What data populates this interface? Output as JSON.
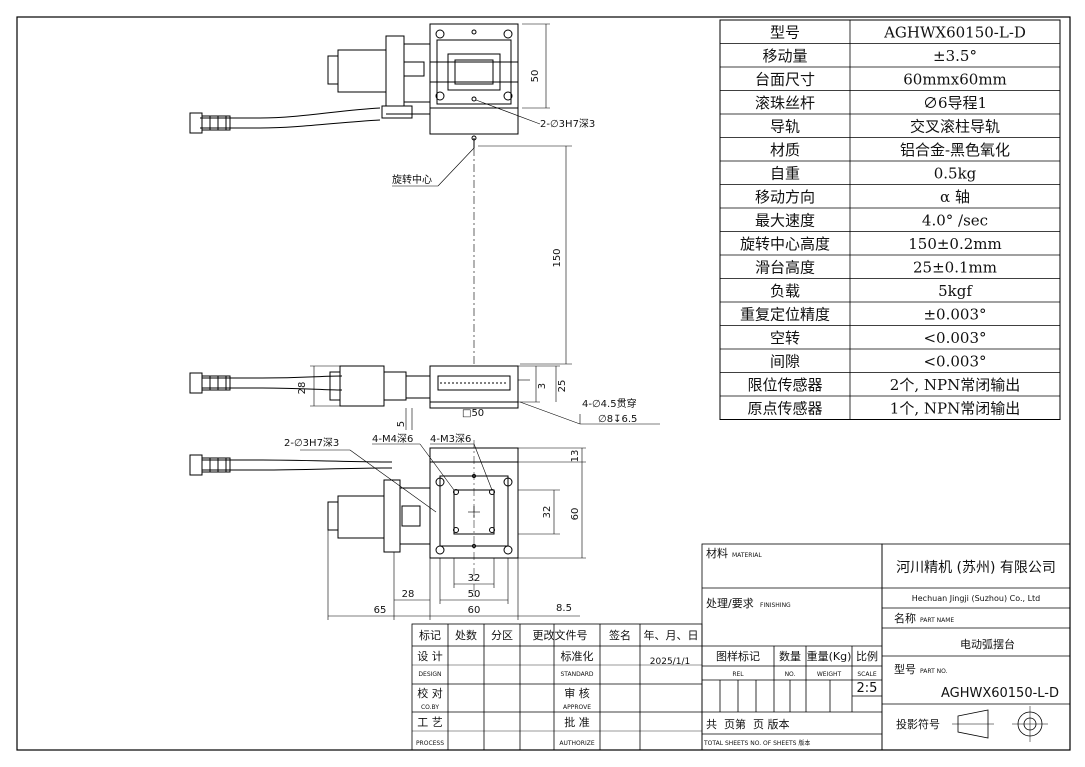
{
  "spec_table": [
    {
      "label": "型号",
      "value": "AGHWX60150-L-D"
    },
    {
      "label": "移动量",
      "value": "±3.5°"
    },
    {
      "label": "台面尺寸",
      "value": "60mmx60mm"
    },
    {
      "label": "滚珠丝杆",
      "value": "∅6导程1"
    },
    {
      "label": "导轨",
      "value": "交叉滚柱导轨"
    },
    {
      "label": "材质",
      "value": "铝合金-黑色氧化"
    },
    {
      "label": "自重",
      "value": "0.5kg"
    },
    {
      "label": "移动方向",
      "value": "α 轴"
    },
    {
      "label": "最大速度",
      "value": "4.0° /sec"
    },
    {
      "label": "旋转中心高度",
      "value": "150±0.2mm"
    },
    {
      "label": "滑台高度",
      "value": "25±0.1mm"
    },
    {
      "label": "负载",
      "value": "5kgf"
    },
    {
      "label": "重复定位精度",
      "value": "±0.003°"
    },
    {
      "label": "空转",
      "value": "<0.003°"
    },
    {
      "label": "间隙",
      "value": "<0.003°"
    },
    {
      "label": "限位传感器",
      "value": "2个, NPN常闭输出"
    },
    {
      "label": "原点传感器",
      "value": "1个, NPN常闭输出"
    }
  ],
  "annotations": {
    "top_holes": "2-∅3H7深3",
    "rotation_center": "旋转中心",
    "thru_holes": "4-∅4.5贯穿",
    "counterbore": "∅8↧6.5",
    "plan_holes_1": "2-∅3H7深3",
    "plan_holes_2": "4-M4深6",
    "plan_holes_3": "4-M3深6"
  },
  "dimensions": {
    "top_height": "50",
    "rotation_height": "150",
    "front_h3": "3",
    "front_h25": "25",
    "motor_dia": "28",
    "front_5": "5",
    "square_50": "□50",
    "plan_13": "13",
    "plan_32v": "32",
    "plan_60v": "60",
    "plan_32h": "32",
    "plan_50h": "50",
    "plan_28": "28",
    "plan_65": "65",
    "plan_60h": "60",
    "plan_8_5": "8.5"
  },
  "title_block": {
    "material": "材料",
    "material_en": "MATERIAL",
    "finishing": "处理/要求",
    "finishing_en": "FINISHING",
    "company_cn": "河川精机 (苏州) 有限公司",
    "company_en": "Hechuan Jingji (Suzhou) Co., Ltd",
    "part_name_label": "名称",
    "part_name_en": "PART NAME",
    "part_name": "电动弧摆台",
    "part_no_label": "型号",
    "part_no_en": "PART NO.",
    "part_no": "AGHWX60150-L-D",
    "projection_label": "投影符号",
    "rev_headers": [
      "标记",
      "处数",
      "分区",
      "更改文件号",
      "签名",
      "年、月、日"
    ],
    "rows": [
      {
        "cn": "设 计",
        "en": "DESIGN",
        "std_cn": "标准化",
        "std_en": "STANDARD"
      },
      {
        "cn": "校 对",
        "en": "CO.BY",
        "std_cn": "审 核",
        "std_en": "APPROVE"
      },
      {
        "cn": "工 艺",
        "en": "PROCESS",
        "std_cn": "批 准",
        "std_en": "AUTHORIZE"
      }
    ],
    "date": "2025/1/1",
    "drawing_mark": "图样标记",
    "drawing_mark_en": "REL",
    "qty": "数量",
    "qty_en": "NO.",
    "weight": "重量(Kg)",
    "weight_en": "WEIGHT",
    "scale_label": "比例",
    "scale_en": "SCALE",
    "scale": "2:5",
    "sheets": "共  页第  页 版本",
    "sheets_en": "TOTAL SHEETS NO. OF SHEETS 版本"
  }
}
